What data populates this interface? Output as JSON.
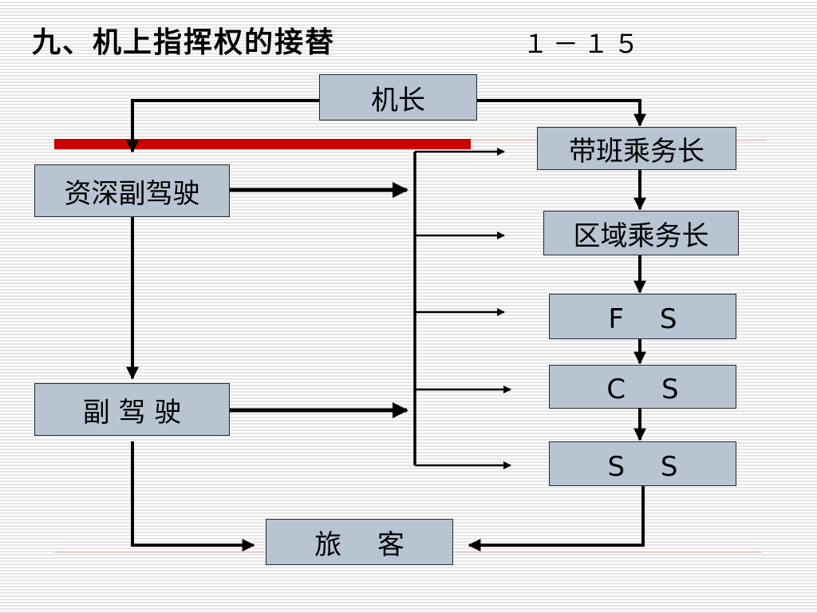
{
  "slide": {
    "title": "九、机上指挥权的接替",
    "page_number": "１－１５"
  },
  "nodes": {
    "captain": "机长",
    "senior_first_officer": "资深副驾驶",
    "first_officer": "副 驾 驶",
    "chief_purser": "带班乘务长",
    "zone_purser": "区域乘务长",
    "fs": "F　 S",
    "cs": "C　 S",
    "ss": "S　 S",
    "passengers": "旅　 客"
  },
  "colors": {
    "box_fill": "#b9c4d2",
    "box_border": "#202830",
    "connector": "#000000",
    "accent_bar": "#cc0000",
    "divider": "#e8b0b0"
  }
}
